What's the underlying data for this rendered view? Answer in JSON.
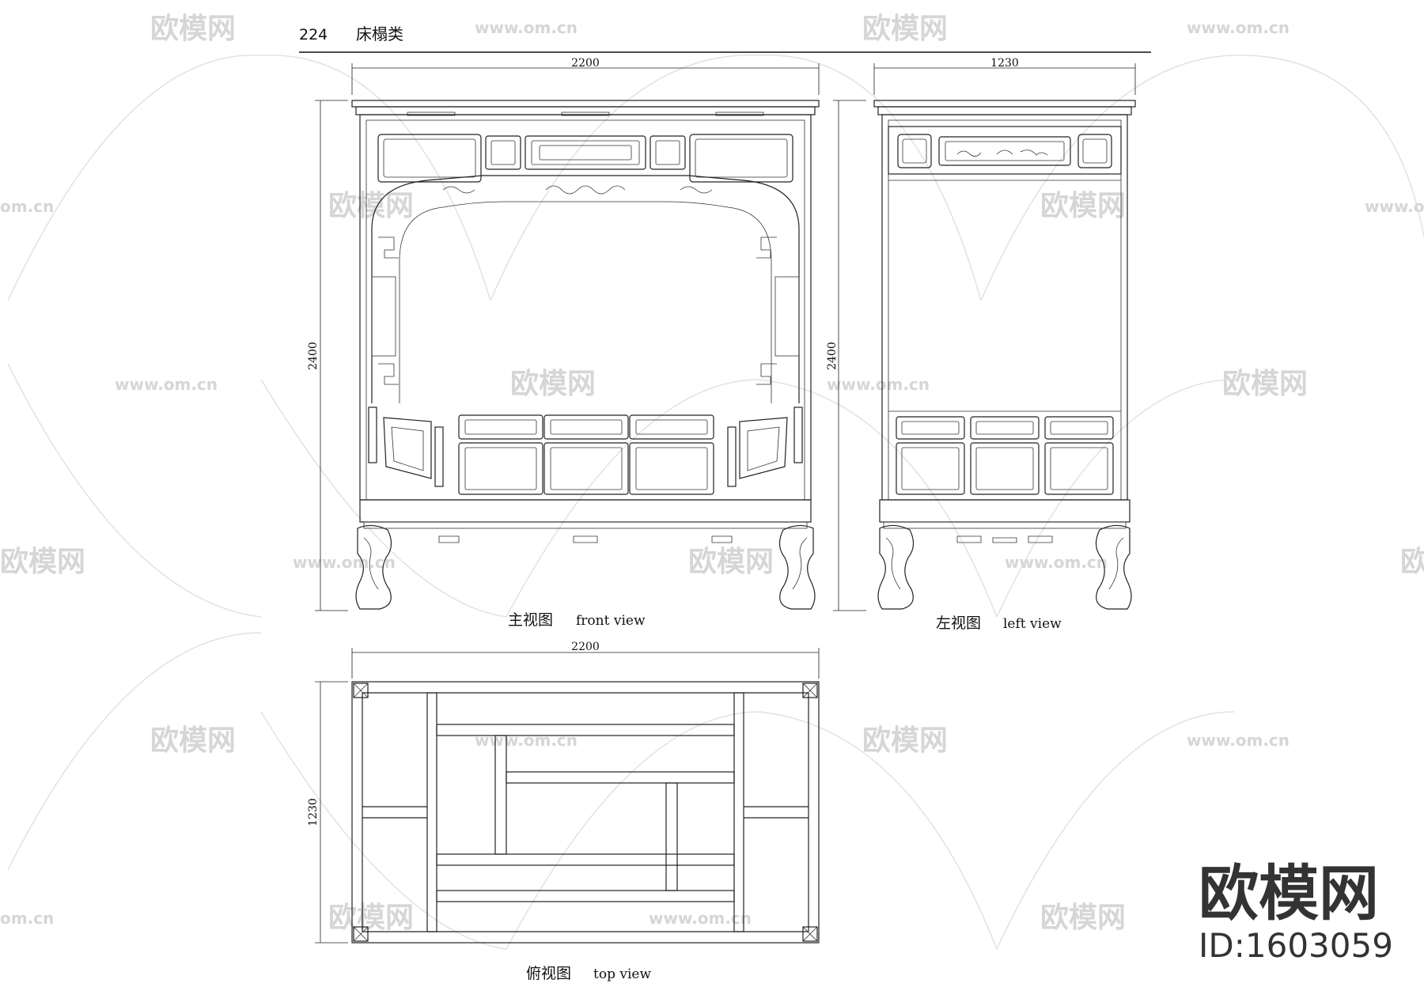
{
  "header": {
    "page_number": "224",
    "category": "床榻类"
  },
  "views": {
    "front": {
      "caption_cn": "主视图",
      "caption_en": "front view",
      "width_label": "2200",
      "height_label": "2400"
    },
    "left": {
      "caption_cn": "左视图",
      "caption_en": "left view",
      "width_label": "1230",
      "height_label": "2400"
    },
    "top": {
      "caption_cn": "俯视图",
      "caption_en": "top view",
      "width_label": "2200",
      "height_label": "1230"
    }
  },
  "watermark": {
    "brand": "欧模网",
    "domain": "www.om.cn",
    "domain_short": "om.cn",
    "id_label": "ID:1603059"
  },
  "colors": {
    "line": "#222222",
    "watermark": "#d6d6d6",
    "brand_dark": "#333333"
  }
}
